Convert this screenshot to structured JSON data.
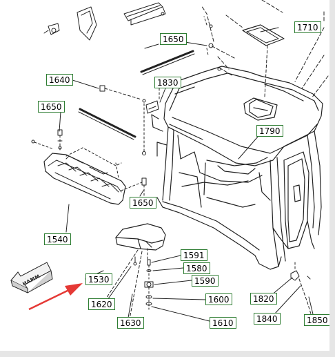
{
  "logo_text": "HAMM",
  "callouts": {
    "c1710": "1710",
    "c1650_top": "1650",
    "c1640": "1640",
    "c1830": "1830",
    "c1650_left": "1650",
    "c1790": "1790",
    "c1650_bottom": "1650",
    "c1540": "1540",
    "c1591": "1591",
    "c1580": "1580",
    "c1590": "1590",
    "c1530": "1530",
    "c1600": "1600",
    "c1620": "1620",
    "c1820": "1820",
    "c1630": "1630",
    "c1610": "1610",
    "c1840": "1840",
    "c1850": "1850"
  },
  "colors": {
    "label_border": "#2e7d32",
    "arrow_red": "#e53935",
    "line": "#222222"
  }
}
